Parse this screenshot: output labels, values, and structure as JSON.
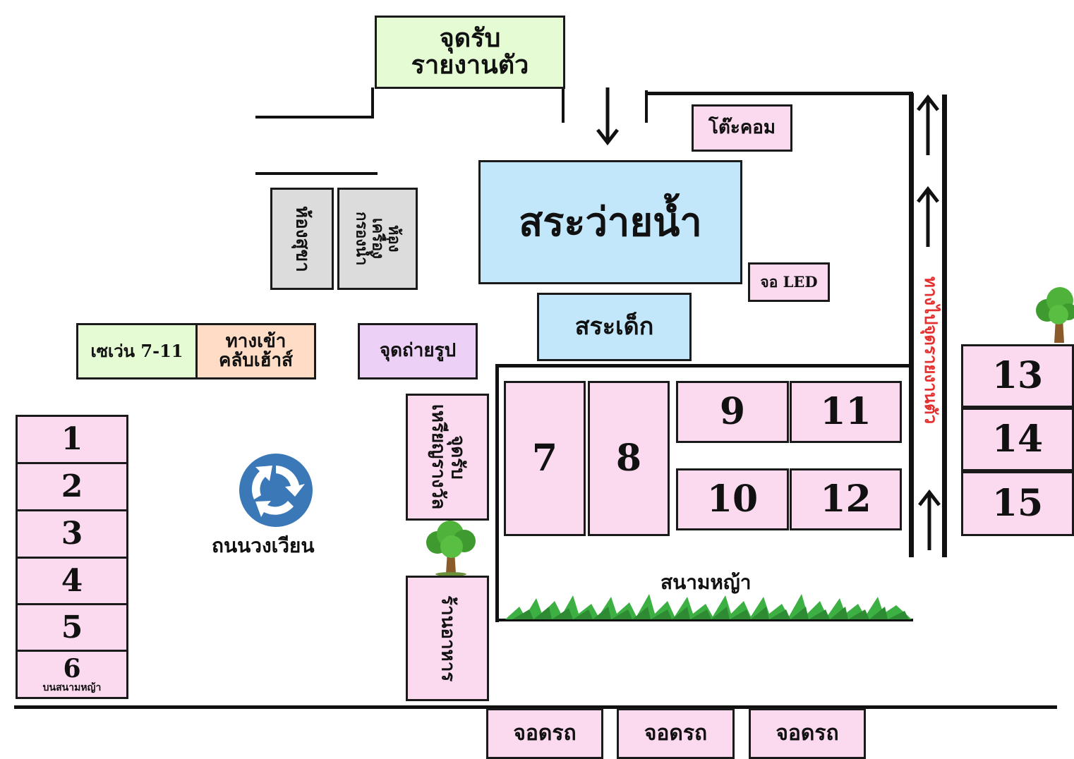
{
  "registration": {
    "line1": "จุดรับ",
    "line2": "รายงานตัว"
  },
  "computer_table": "โต๊ะคอม",
  "pool_main": "สระว่ายน้ำ",
  "led_screen": "จอ LED",
  "pool_kids": "สระเด็ก",
  "restroom": "ห้องสุขา",
  "filter_room": {
    "line1": "ห้อง",
    "line2": "เครื่อง",
    "line3": "กรองน้ำ"
  },
  "seven_eleven": "เซเว่น 7-11",
  "clubhouse_entrance": {
    "line1": "ทางเข้า",
    "line2": "คลับเฮ้าส์"
  },
  "photo_point": "จุดถ่ายรูป",
  "award_point": {
    "line1": "จุดรับ",
    "line2": "เหรียญรางวัล"
  },
  "restaurant": "ร้านอาหาร",
  "roundabout_label": "ถนนวงเวียน",
  "lawn_label": "สนามหญ้า",
  "road_label": "ทางไปจุดรายงานตัว",
  "left_stalls": [
    "1",
    "2",
    "3",
    "4",
    "5",
    "6"
  ],
  "left_stall_6_note": "บนสนามหญ้า",
  "center_stalls": [
    "7",
    "8",
    "9",
    "10",
    "11",
    "12"
  ],
  "right_stalls": [
    "13",
    "14",
    "15"
  ],
  "parking": [
    "จอดรถ",
    "จอดรถ",
    "จอดรถ"
  ],
  "icons": [
    "roundabout-icon",
    "tree-icon",
    "grass-icon",
    "arrow-up-icon",
    "arrow-down-icon"
  ],
  "colors": {
    "stall_pink": "#fbd9ee",
    "registration_green": "#e4fbd4",
    "clubhouse_peach": "#ffdcc6",
    "photo_purple": "#ecd0f6",
    "pool_blue": "#c2e7fb",
    "room_grey": "#dcdcdc",
    "road_label_red": "#e53030",
    "roundabout_blue": "#3b78b8",
    "grass_green": "#3cb043"
  }
}
